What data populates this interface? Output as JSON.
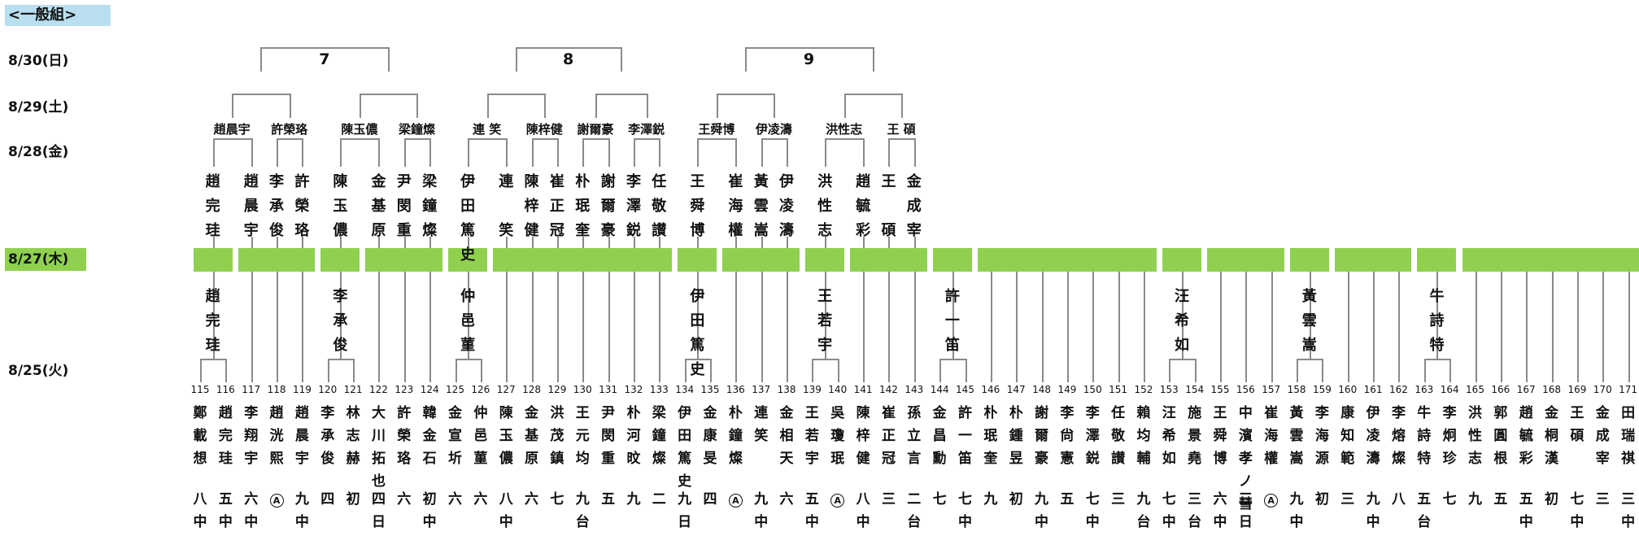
{
  "group_label": "<一般組>",
  "dates": {
    "d0830": "8/30(日)",
    "d0829": "8/29(土)",
    "d0828": "8/28(金)",
    "d0827": "8/27(木)",
    "d0825": "8/25(火)"
  },
  "rounds": [
    "7",
    "8",
    "9"
  ],
  "winners_0829": [
    "趙晨宇",
    "許榮珞",
    "陳玉儂",
    "梁鐘燦",
    "連 笑",
    "陳梓健",
    "謝爾豪",
    "李澤鋭",
    "王舜博",
    "伊凌濤",
    "洪性志",
    "王 碩"
  ],
  "finalists_0828": [
    "趙完珪",
    "趙晨宇",
    "李承俊",
    "許榮珞",
    "陳玉儂",
    "金基原",
    "尹閔重",
    "梁鐘燦",
    "伊田篤史",
    "連 笑",
    "陳梓健",
    "崔正冠",
    "朴珉奎",
    "謝爾豪",
    "李澤鋭",
    "任敬讃",
    "王舜博",
    "崔海權",
    "黃雲嵩",
    "伊凌濤",
    "洪性志",
    "趙毓彩",
    "王 碩",
    "金成宰"
  ],
  "seeds_0825": [
    "趙完珪",
    "李承俊",
    "仲邑菫",
    "伊田篤史",
    "王若宇",
    "許一笛",
    "汪希如",
    "黃雲嵩",
    "牛詩特"
  ],
  "numbers": [
    "115",
    "116",
    "117",
    "118",
    "119",
    "120",
    "121",
    "122",
    "123",
    "124",
    "125",
    "126",
    "127",
    "128",
    "129",
    "130",
    "131",
    "132",
    "133",
    "134",
    "135",
    "136",
    "137",
    "138",
    "139",
    "140",
    "141",
    "142",
    "143",
    "144",
    "145",
    "146",
    "147",
    "148",
    "149",
    "150",
    "151",
    "152",
    "153",
    "154",
    "155",
    "156",
    "157",
    "158",
    "159",
    "160",
    "161",
    "162",
    "163",
    "164",
    "165",
    "166",
    "167",
    "168",
    "169",
    "170",
    "171"
  ],
  "players": [
    "鄭載想",
    "趙完珪",
    "李翔宇",
    "趙洸熙",
    "趙晨宇",
    "李承俊",
    "林志赫",
    "大川拓也",
    "許榮珞",
    "韓金石",
    "金宣圻",
    "仲邑菫",
    "陳玉儂",
    "金基原",
    "洪茂鎮",
    "王元均",
    "尹閔重",
    "朴河旼",
    "梁鐘燦",
    "伊田篤史",
    "金康旻",
    "朴鐘燦",
    "連笑",
    "金相天",
    "王若宇",
    "吳瓊珉",
    "陳梓健",
    "崔正冠",
    "孫立言",
    "金昌勳",
    "許一笛",
    "朴珉奎",
    "朴鍾昱",
    "謝爾豪",
    "李尙憲",
    "李澤鋭",
    "任敬讃",
    "賴均輔",
    "汪希如",
    "施景堯",
    "王舜博",
    "中濱孝ノ彗",
    "崔海權",
    "黃雲嵩",
    "李海源",
    "康知範",
    "伊凌濤",
    "李熔燦",
    "牛詩特",
    "李炯珍",
    "洪性志",
    "郭圓根",
    "趙毓彩",
    "金桐漢",
    "王碩",
    "金成宰",
    "田瑞祺"
  ],
  "classes": [
    "八中",
    "五中",
    "六中",
    "Ⓐ",
    "九中",
    "四",
    "初",
    "四日",
    "六",
    "初中",
    "六",
    "六",
    "八中",
    "六",
    "七",
    "九台",
    "五",
    "九",
    "二",
    "九日",
    "四",
    "Ⓐ",
    "九中",
    "六",
    "五中",
    "Ⓐ",
    "八中",
    "三",
    "二台",
    "七",
    "七中",
    "九",
    "初",
    "九中",
    "五",
    "七中",
    "三",
    "九台",
    "七中",
    "三台",
    "六中",
    "三日",
    "Ⓐ",
    "九中",
    "初",
    "三",
    "九中",
    "八",
    "五台",
    "七",
    "九",
    "五",
    "五中",
    "初",
    "七中",
    "三",
    "三中"
  ]
}
